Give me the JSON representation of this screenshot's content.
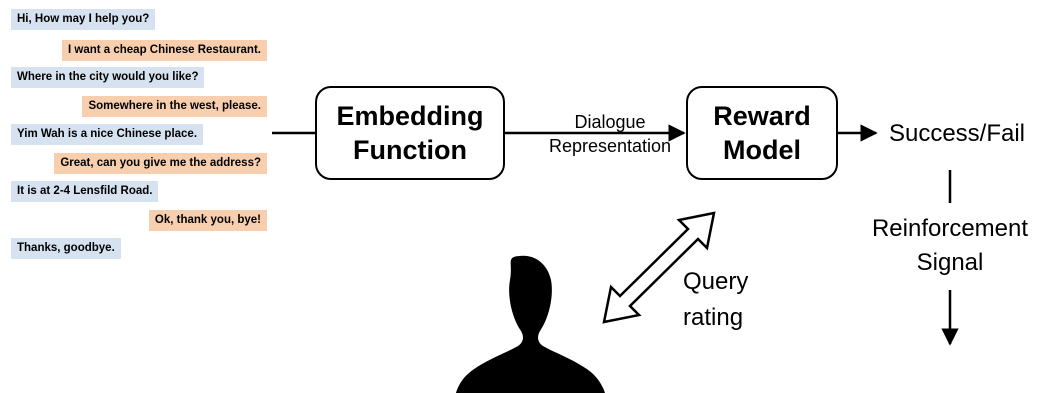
{
  "dialogue": [
    {
      "speaker": "system",
      "text": "Hi, How may I help you?"
    },
    {
      "speaker": "user",
      "text": "I want a cheap Chinese Restaurant."
    },
    {
      "speaker": "system",
      "text": "Where in the city would you like?"
    },
    {
      "speaker": "user",
      "text": "Somewhere in the west, please."
    },
    {
      "speaker": "system",
      "text": "Yim Wah is a nice Chinese place."
    },
    {
      "speaker": "user",
      "text": "Great, can you give me the address?"
    },
    {
      "speaker": "system",
      "text": "It is at 2-4 Lensfild Road."
    },
    {
      "speaker": "user",
      "text": "Ok, thank you, bye!"
    },
    {
      "speaker": "system",
      "text": "Thanks, goodbye."
    }
  ],
  "colors": {
    "system": "#d6e2f0",
    "user": "#f8cfae"
  },
  "embedding": {
    "line1": "Embedding",
    "line2": "Function"
  },
  "representation": {
    "line1": "Dialogue",
    "line2": "Representation"
  },
  "reward": {
    "line1": "Reward",
    "line2": "Model"
  },
  "outcome": "Success/Fail",
  "reinforcement": {
    "line1": "Reinforcement",
    "line2": "Signal"
  },
  "query": {
    "line1": "Query",
    "line2": "rating"
  }
}
